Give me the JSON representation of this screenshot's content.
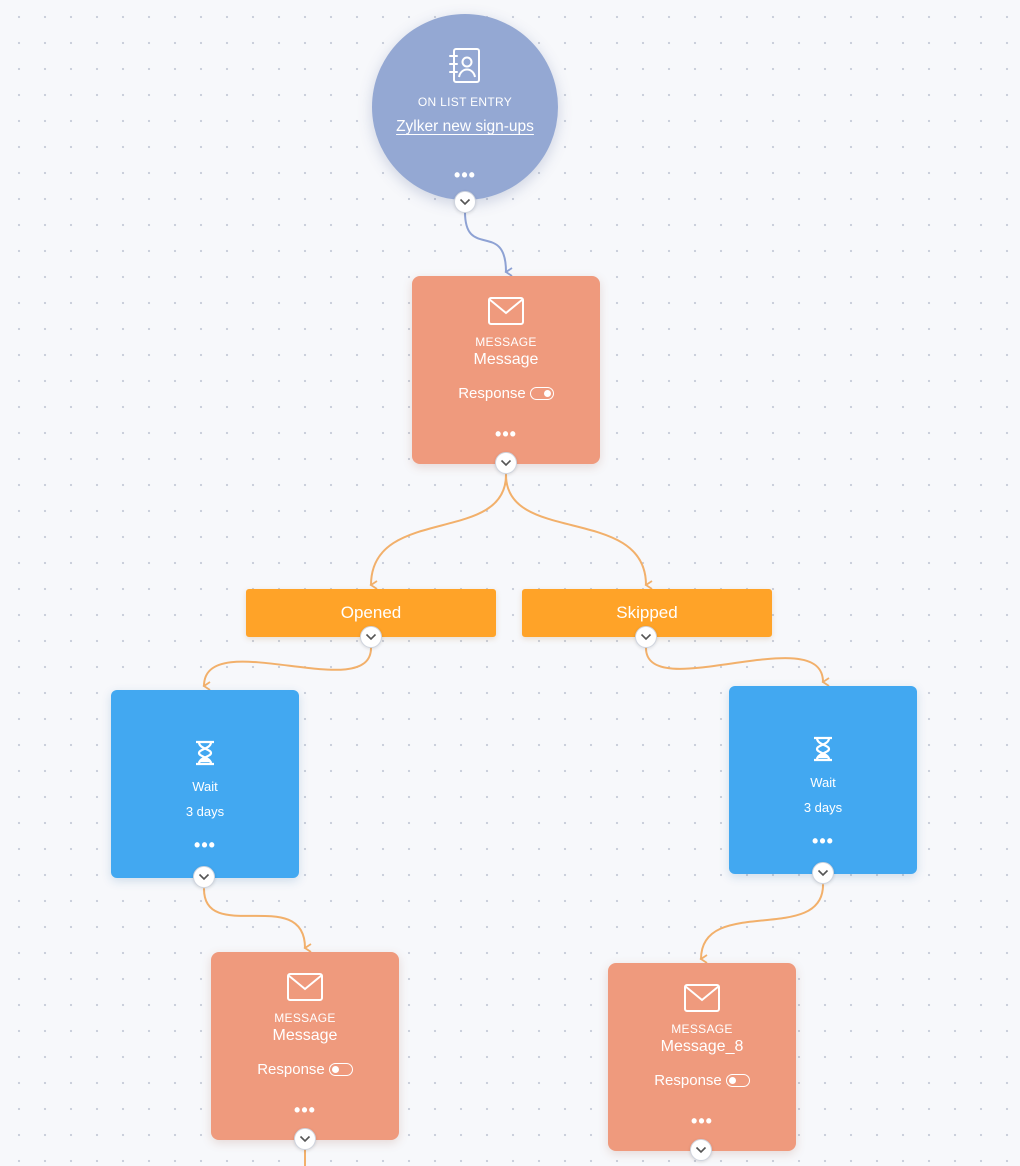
{
  "colors": {
    "entry": "#94a8d3",
    "message": "#ef9a7d",
    "branch": "#ffa328",
    "wait": "#42a8f1",
    "wire_entry": "#8ea2d4",
    "wire": "#f2b06b"
  },
  "entry": {
    "type": "ON LIST ENTRY",
    "list_name": "Zylker new sign-ups",
    "more": "•••",
    "icon": "contact-book-icon"
  },
  "message1": {
    "type": "MESSAGE",
    "name": "Message",
    "response_label": "Response",
    "response_on": true,
    "more": "•••",
    "icon": "envelope-icon"
  },
  "branch_opened": {
    "label": "Opened"
  },
  "branch_skipped": {
    "label": "Skipped"
  },
  "wait_left": {
    "label": "Wait",
    "duration": "3 days",
    "more": "•••",
    "icon": "hourglass-icon"
  },
  "wait_right": {
    "label": "Wait",
    "duration": "3 days",
    "more": "•••",
    "icon": "hourglass-icon"
  },
  "message2": {
    "type": "MESSAGE",
    "name": "Message",
    "response_label": "Response",
    "response_on": false,
    "more": "•••",
    "icon": "envelope-icon"
  },
  "message3": {
    "type": "MESSAGE",
    "name": "Message_8",
    "response_label": "Response",
    "response_on": false,
    "more": "•••",
    "icon": "envelope-icon"
  }
}
